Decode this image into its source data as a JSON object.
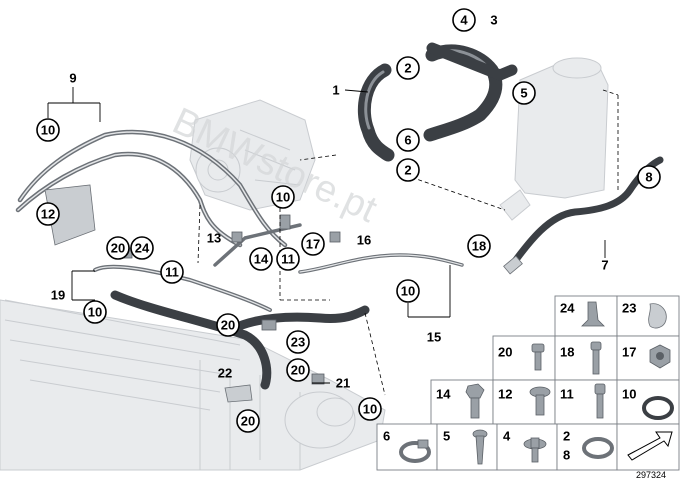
{
  "watermark": "BMWstore.pt",
  "reference_number": "297324",
  "callouts": {
    "c1": "1",
    "c2a": "2",
    "c2b": "2",
    "c3": "3",
    "c4": "4",
    "c5": "5",
    "c6": "6",
    "c7": "7",
    "c8": "8",
    "c9": "9",
    "c10a": "10",
    "c10b": "10",
    "c10c": "10",
    "c10d": "10",
    "c10e": "10",
    "c11a": "11",
    "c11b": "11",
    "c12": "12",
    "c13": "13",
    "c14": "14",
    "c15": "15",
    "c16": "16",
    "c17": "17",
    "c18": "18",
    "c19": "19",
    "c20a": "20",
    "c20b": "20",
    "c20c": "20",
    "c20d": "20",
    "c21": "21",
    "c22": "22",
    "c23": "23",
    "c24": "24"
  },
  "parts_grid": {
    "r1": [
      "24",
      "23"
    ],
    "r2": [
      "20",
      "18",
      "17"
    ],
    "r3": [
      "14",
      "12",
      "11",
      "10"
    ],
    "r4": [
      "6",
      "5",
      "4",
      "2",
      "8"
    ]
  },
  "colors": {
    "hose": "#3b3f44",
    "outline": "#000000",
    "ghost": "#e9ebed",
    "grid_border": "#7a7f85"
  }
}
